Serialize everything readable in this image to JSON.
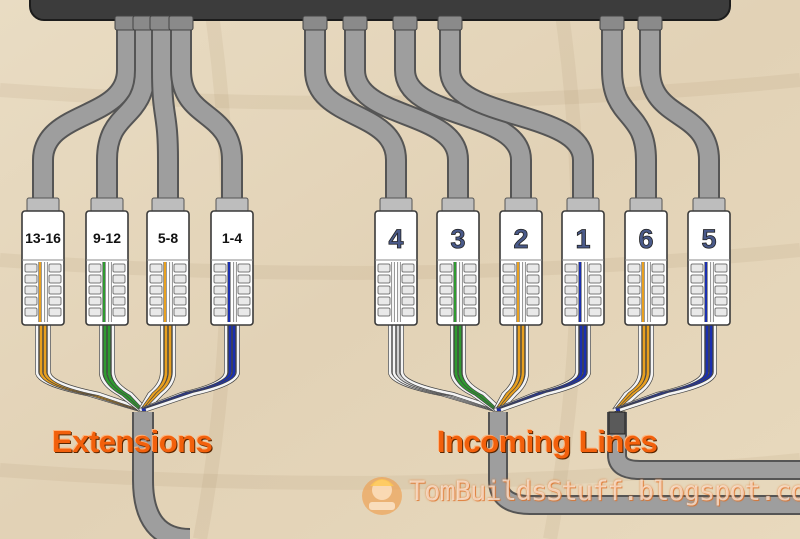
{
  "labels": {
    "extensions": "Extensions",
    "incoming": "Incoming Lines",
    "watermark": "TomBuildsStuff.blogspot.com"
  },
  "jacks": [
    {
      "id": "ext-13-16",
      "label": "13-16",
      "group": "extensions",
      "pair": "orange"
    },
    {
      "id": "ext-9-12",
      "label": "9-12",
      "group": "extensions",
      "pair": "green"
    },
    {
      "id": "ext-5-8",
      "label": "5-8",
      "group": "extensions",
      "pair": "orange"
    },
    {
      "id": "ext-1-4",
      "label": "1-4",
      "group": "extensions",
      "pair": "blue"
    },
    {
      "id": "line-4",
      "label": "4",
      "group": "incoming",
      "pair": "white"
    },
    {
      "id": "line-3",
      "label": "3",
      "group": "incoming",
      "pair": "green"
    },
    {
      "id": "line-2",
      "label": "2",
      "group": "incoming",
      "pair": "orange"
    },
    {
      "id": "line-1",
      "label": "1",
      "group": "incoming",
      "pair": "blue"
    },
    {
      "id": "line-6",
      "label": "6",
      "group": "incoming",
      "pair": "orange"
    },
    {
      "id": "line-5",
      "label": "5",
      "group": "incoming",
      "pair": "blue"
    }
  ],
  "colors": {
    "background": "#e6d8bf",
    "cable": "#9e9e9e",
    "cable_edge": "#555555",
    "label_text": "#f2600c",
    "wire_orange": "#e8a020",
    "wire_green": "#2f9a30",
    "wire_blue": "#1a2fb0",
    "wire_white": "#f4f4f4"
  }
}
